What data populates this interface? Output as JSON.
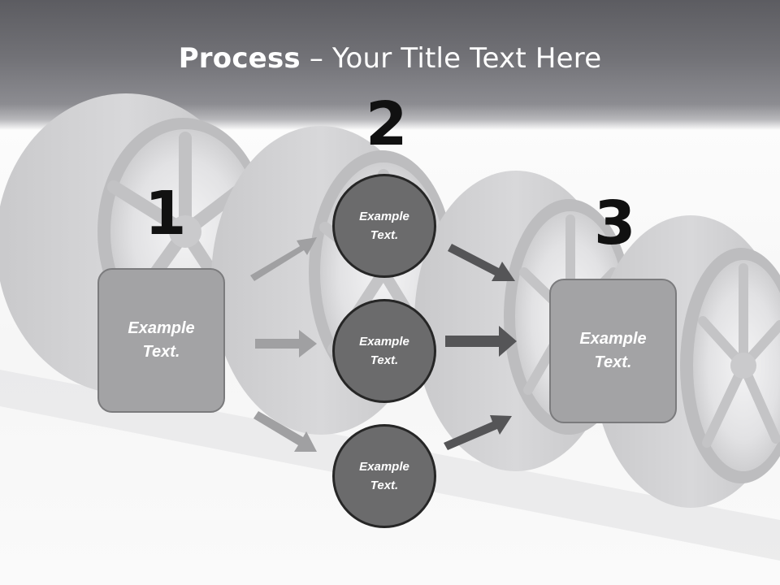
{
  "title": {
    "strong": "Process",
    "rest": " – Your Title Text Here"
  },
  "steps": [
    {
      "number": "1",
      "text": "Example\nText."
    },
    {
      "number": "2",
      "items": [
        {
          "text": "Example\nText."
        },
        {
          "text": "Example\nText."
        },
        {
          "text": "Example\nText."
        }
      ]
    },
    {
      "number": "3",
      "text": "Example\nText."
    }
  ],
  "colors": {
    "title_band": "#727277",
    "box_fill": "#a3a3a5",
    "circle_fill": "#6b6b6c",
    "arrow_light": "#a0a0a2",
    "arrow_dark": "#555557"
  }
}
